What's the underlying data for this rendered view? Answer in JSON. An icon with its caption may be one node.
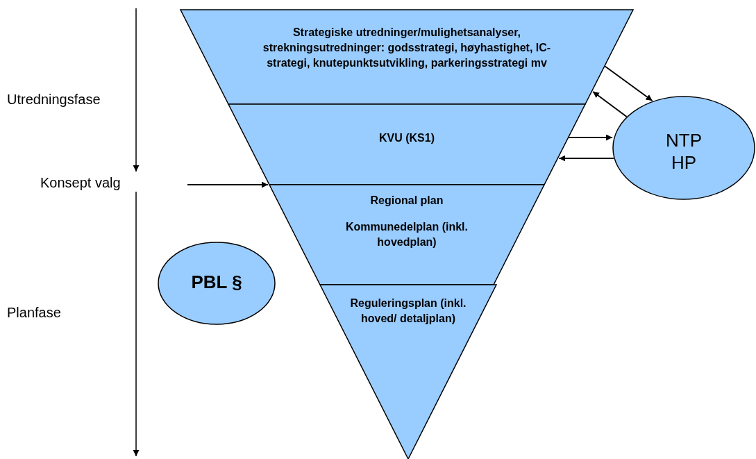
{
  "diagram": {
    "nodes": [
      {
        "text": [
          "Strategiske utredninger/mulighetsanalyser, strekningsutredninger: godsstrategi, høyhastighet, IC-strategi, knutepunktsutvikling, parkeringsstrategi mv"
        ]
      },
      {
        "text": [
          "KVU (KS1)"
        ]
      },
      {
        "text": [
          "Regional plan",
          "Kommunedelplan (inkl. hovedplan)"
        ]
      },
      {
        "text": [
          "Reguleringsplan (inkl. hoved/ detaljplan)"
        ]
      },
      {
        "text": [
          "NTP HP"
        ]
      },
      {
        "text": [
          "PBL §"
        ]
      }
    ],
    "edges": [
      {
        "from": 0,
        "to": 4,
        "arrow": "to"
      },
      {
        "from": 4,
        "to": 0,
        "arrow": "to"
      },
      {
        "from": 1,
        "to": 4,
        "arrow": "to"
      },
      {
        "from": 4,
        "to": 1,
        "arrow": "to"
      },
      {
        "from": null,
        "to": 2,
        "arrow": "to"
      }
    ],
    "labels": [
      "Utredningsfase",
      "Konsept valg",
      "Planfase"
    ]
  }
}
